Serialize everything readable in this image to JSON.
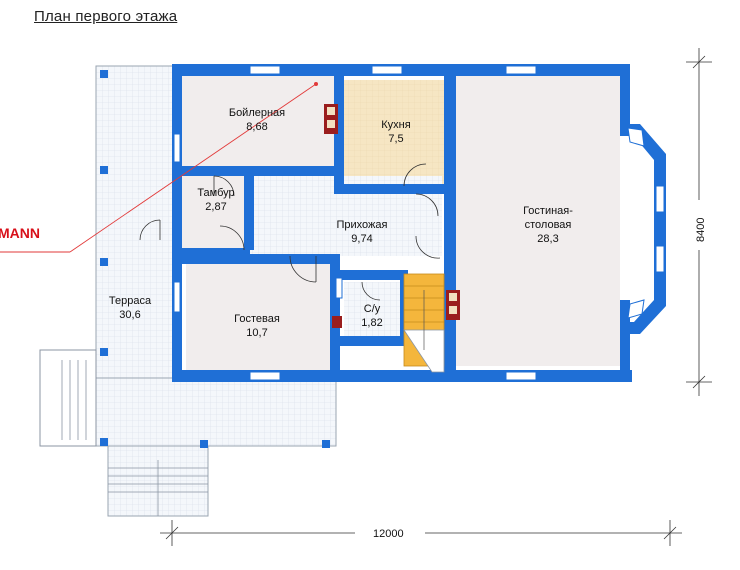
{
  "title": "План первого этажа",
  "brand_text": "MANN",
  "rooms": [
    {
      "name": "Бойлерная",
      "area": "8,68"
    },
    {
      "name": "Кухня",
      "area": "7,5"
    },
    {
      "name": "Тамбур",
      "area": "2,87"
    },
    {
      "name": "Прихожая",
      "area": "9,74"
    },
    {
      "name_line1": "Гостиная-",
      "name_line2": "столовая",
      "area": "28,3"
    },
    {
      "name": "Терраса",
      "area": "30,6"
    },
    {
      "name": "Гостевая",
      "area": "10,7"
    },
    {
      "name": "С/у",
      "area": "1,82"
    }
  ],
  "dimensions": {
    "width": "12000",
    "depth": "8400"
  },
  "colors": {
    "wall": "#1f6fd6",
    "room_fill": "#f2eeee",
    "kitchen_fill": "#f6e6c3",
    "grid_fill": "#f3f6fa",
    "stair": "#f4b63c",
    "stove": "#9a1d1d"
  }
}
